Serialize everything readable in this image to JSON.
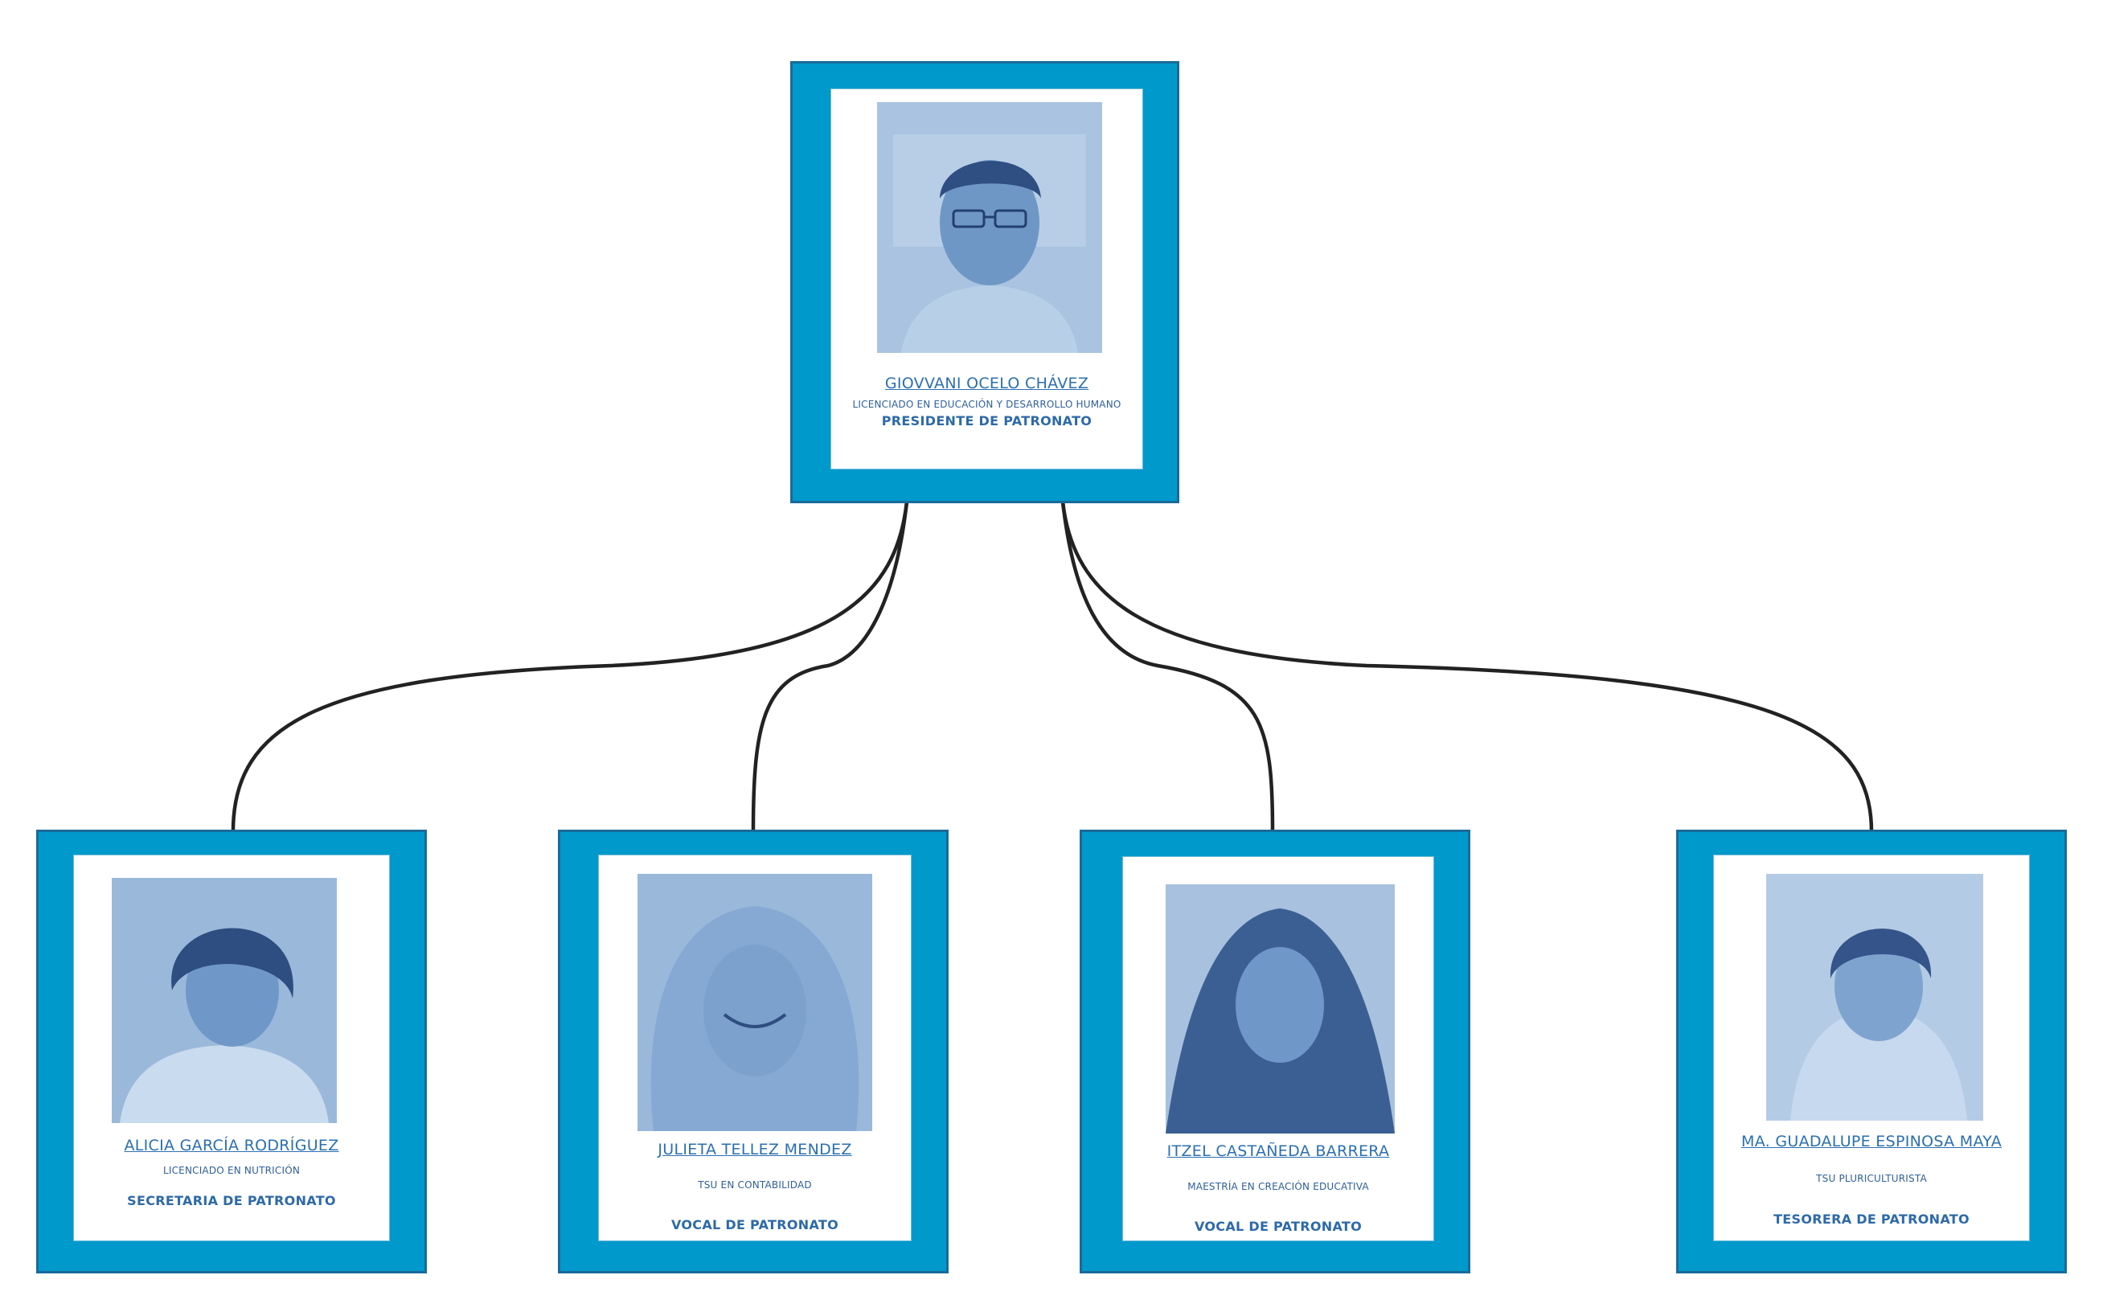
{
  "colors": {
    "frame": "#0099cc",
    "frame_border": "#1a6a9a",
    "name_text": "#2b6fb0",
    "role_text": "#2d6aa8",
    "connector": "#222222"
  },
  "president": {
    "name": "GIOVVANI OCELO CHÁVEZ",
    "degree": "LICENCIADO EN EDUCACIÓN Y DESARROLLO HUMANO",
    "role": "PRESIDENTE  DE PATRONATO"
  },
  "members": [
    {
      "name": "ALICIA GARCÍA RODRÍGUEZ",
      "degree": "LICENCIADO EN NUTRICIÓN",
      "role": "SECRETARIA DE PATRONATO"
    },
    {
      "name": "JULIETA TELLEZ MENDEZ",
      "degree": "TSU EN CONTABILIDAD",
      "role": "VOCAL DE PATRONATO"
    },
    {
      "name": "ITZEL CASTAÑEDA BARRERA",
      "degree": "MAESTRÍA EN CREACIÓN EDUCATIVA",
      "role": "VOCAL DE PATRONATO"
    },
    {
      "name": "MA. GUADALUPE ESPINOSA MAYA",
      "degree": "TSU PLURICULTURISTA",
      "role": "TESORERA DE PATRONATO"
    }
  ]
}
